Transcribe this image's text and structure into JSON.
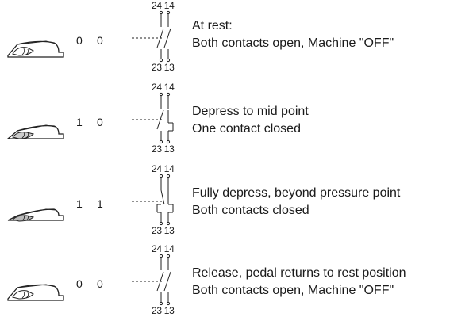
{
  "rows": [
    {
      "pedal_position": "rest",
      "state_a": "0",
      "state_b": "0",
      "contact_24_14_closed": false,
      "contact_23_13_closed": false,
      "terminals_top": "24 14",
      "terminals_bottom": "23 13",
      "line1": "At rest:",
      "line2": "Both contacts open, Machine \"OFF\""
    },
    {
      "pedal_position": "mid",
      "state_a": "1",
      "state_b": "0",
      "contact_24_14_closed": false,
      "contact_23_13_closed": true,
      "terminals_top": "24 14",
      "terminals_bottom": "23 13",
      "line1": "Depress to mid point",
      "line2": "One contact closed"
    },
    {
      "pedal_position": "full",
      "state_a": "1",
      "state_b": "1",
      "contact_24_14_closed": true,
      "contact_23_13_closed": true,
      "terminals_top": "24 14",
      "terminals_bottom": "23 13",
      "line1": "Fully depress, beyond pressure point",
      "line2": "Both contacts closed"
    },
    {
      "pedal_position": "release",
      "state_a": "0",
      "state_b": "0",
      "contact_24_14_closed": false,
      "contact_23_13_closed": false,
      "terminals_top": "24 14",
      "terminals_bottom": "23 13",
      "line1": "Release, pedal returns to rest position",
      "line2": "Both contacts open, Machine \"OFF\""
    }
  ]
}
